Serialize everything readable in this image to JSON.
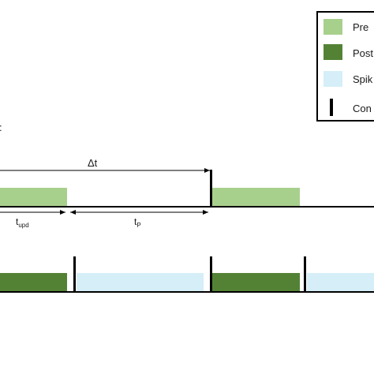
{
  "colors": {
    "pre": "#a8d08d",
    "post": "#548235",
    "spike": "#d5eef8",
    "control": "#000000",
    "axis": "#000000"
  },
  "legend": {
    "items": [
      {
        "key": "pre",
        "label": "Pre",
        "swatch": "pre"
      },
      {
        "key": "post",
        "label": "Post",
        "swatch": "post"
      },
      {
        "key": "spike",
        "label": "Spik",
        "swatch": "spike"
      },
      {
        "key": "control",
        "label": "Con",
        "swatch": "control-bar"
      }
    ]
  },
  "annotations": {
    "delta_t": "Δt",
    "t_upd_base": "t",
    "t_upd_sub": "upd",
    "t_p_base": "t",
    "t_p_sub": "P",
    "cut_label": ":"
  }
}
